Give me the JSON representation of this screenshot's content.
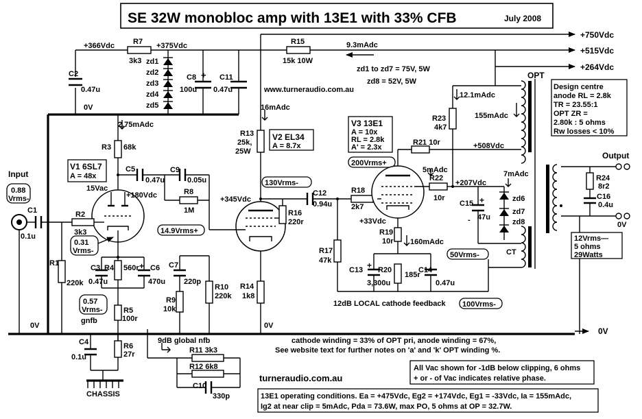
{
  "title": "SE 32W monobloc amp with 13E1 with 33% CFB",
  "date": "July 2008",
  "rails": {
    "v750": "+750Vdc",
    "v515": "+515Vdc",
    "v264": "+264Vdc",
    "v366": "+366Vdc",
    "v375": "+375Vdc",
    "ground_right": "0V"
  },
  "components": {
    "R7": "R7",
    "R7v": "3k3",
    "R15": "R15",
    "R15v": "15k 10W",
    "C2": "C2",
    "C2v": "0.47u",
    "C8": "C8",
    "C8v": "100u",
    "C11": "C11",
    "C11v": "0.47u",
    "zd1": "zd1",
    "zd2": "zd2",
    "zd3": "zd3",
    "zd4": "zd4",
    "zd5": "zd5",
    "R3": "R3",
    "R3v": "68k",
    "C5": "C5",
    "C5v": "0.47u",
    "C9": "C9",
    "C9v": "0.05u",
    "R8": "R8",
    "R8v": "1M",
    "R13": "R13",
    "R13v1": "25k,",
    "R13v2": "25W",
    "R16": "R16",
    "R16v": "220r",
    "C12": "C12",
    "C12v": "0.94u",
    "R18": "R18",
    "R18v": "2k7",
    "R17": "R17",
    "R17v": "47k",
    "R19": "R19",
    "R19v": "10r",
    "R20": "R20",
    "R20v": "185r",
    "C13": "C13",
    "C13v": "3,300u",
    "C14": "C14",
    "C14v": "0.47u",
    "R21": "R21 10r",
    "R22": "R22",
    "R22v": "10r",
    "R23": "R23",
    "R23v": "4k7",
    "C15": "C15",
    "C15v": "47u",
    "zd6": "zd6",
    "zd7": "zd7",
    "zd8": "zd8",
    "R24": "R24",
    "R24v": "8r2",
    "C16": "C16",
    "C16v": "0.4u",
    "C1": "C1",
    "C1v": "0.1u",
    "R1": "R1",
    "R1v": "220k",
    "R2": "R2",
    "R2v": "3k3",
    "R4": "R4",
    "R4v": "560r",
    "C3": "C3",
    "C3v": "0.47u",
    "C6": "C6",
    "C6v": "470u",
    "R5": "R5",
    "R5v": "100r",
    "C4": "C4",
    "C4v": "0.1u",
    "R6": "R6",
    "R6v": "27r",
    "C7": "C7",
    "C7v": "220p",
    "R9": "R9",
    "R9v": "10k",
    "R10": "R10",
    "R10v": "220k",
    "R14": "R14",
    "R14v": "1k8",
    "R11": "R11  3k3",
    "R12": "R12  6k8",
    "C10": "C10",
    "C10v": "330p"
  },
  "valves": {
    "v1_name": "V1 6SL7",
    "v1_gain": "A = 48x",
    "v2_name": "V2 EL34",
    "v2_gain": "A = 8.7x",
    "v3_name": "V3 13E1",
    "v3_a": "A = 10x",
    "v3_rl": "RL = 2.8k",
    "v3_ap": "A' = 2.3x"
  },
  "labels": {
    "current_9_3": "9.3mAdc",
    "zd_note1": "zd1 to zd7 = 75V, 5W",
    "zd_note2": "zd8 = 52V, 5W",
    "website": "www.turneraudio.com.au",
    "i12_1": "12.1mAdc",
    "i155": "155mAdc",
    "opt": "OPT",
    "design1": "Design centre",
    "design2": "anode RL = 2.8k",
    "design3": "TR = 23.55:1",
    "design4": "OPT ZR =",
    "design5": "2.80k : 5 ohms",
    "design6": "Rw losses < 10%",
    "zero_v_top": "0V",
    "i2_75": "2.75mAdc",
    "i16": "16mAdc",
    "v508": "+508Vdc",
    "vrms200": "200Vrms+",
    "i5": "5mAdc",
    "i7": "7mAdc",
    "v207": "+207Vdc",
    "output": "Output",
    "vac15": "15Vac",
    "v180": "+180Vdc",
    "vrms130": "130Vrms-",
    "v345": "+345Vdc",
    "input": "Input",
    "in_rms1": "0.88",
    "in_rms2": "Vrms-",
    "vrms14_9": "14.9Vrms+",
    "v33": "+33Vdc",
    "i160": "160mAdc",
    "out_0v": "0V",
    "k_rms1": "0.31",
    "k_rms2": "Vrms-",
    "vrms50": "50Vrms-",
    "ct": "CT",
    "spec1": "12Vrms—",
    "spec2": "5 ohms",
    "spec3": "29Watts",
    "fb_rms1": "0.57",
    "fb_rms2": "Vrms-",
    "gnfb": "gnfb",
    "local_fb": "12dB  LOCAL cathode feedback",
    "vrms100": "100Vrms-",
    "zero_v_left": "0V",
    "zero_v_mid": "0V",
    "gnd_0v": "0V",
    "nfb": "9dB  global nfb",
    "cw1": "cathode winding = 33% of OPT pri, anode winding = 67%,",
    "cw2": "See website text for further notes on 'a' and 'k' OPT winding %.",
    "note1": "All Vac shown for  -1dB below clipping, 6 ohms",
    "note2": "+ or - of Vac indicates relative phase.",
    "chassis": "CHASSIS",
    "website2": "turneraudio.com.au",
    "ops1": "13E1 operating conditions. Ea = +475Vdc, Eg2 = +174Vdc, Eg1 = -33Vdc, Ia = 155mAdc,",
    "ops2": "Ig2 at near clip = 5mAdc,  Pda = 73.6W, max PO, 5 ohms at OP = 32.7W."
  }
}
